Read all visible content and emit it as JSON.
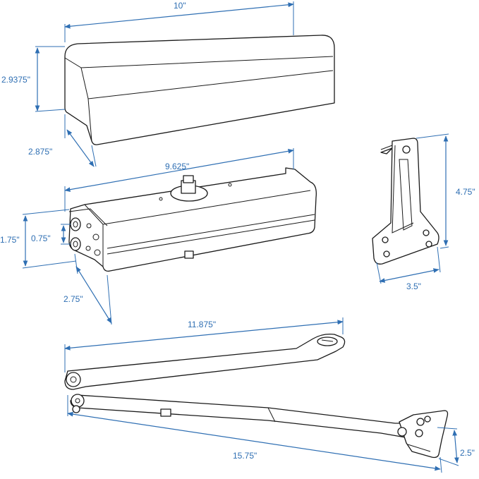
{
  "dimensions": {
    "cover_length": "10\"",
    "cover_height": "2.9375\"",
    "cover_depth": "2.875\"",
    "body_length": "9.625\"",
    "body_height": "1.75\"",
    "body_hole_spacing": "0.75\"",
    "body_depth": "2.75\"",
    "bracket_height": "4.75\"",
    "bracket_width": "3.5\"",
    "arm_main_length": "11.875\"",
    "arm_total_length": "15.75\"",
    "shoe_width": "2.5\""
  },
  "colors": {
    "dimension": "#2f6fb3",
    "outline": "#1a1a1a"
  }
}
